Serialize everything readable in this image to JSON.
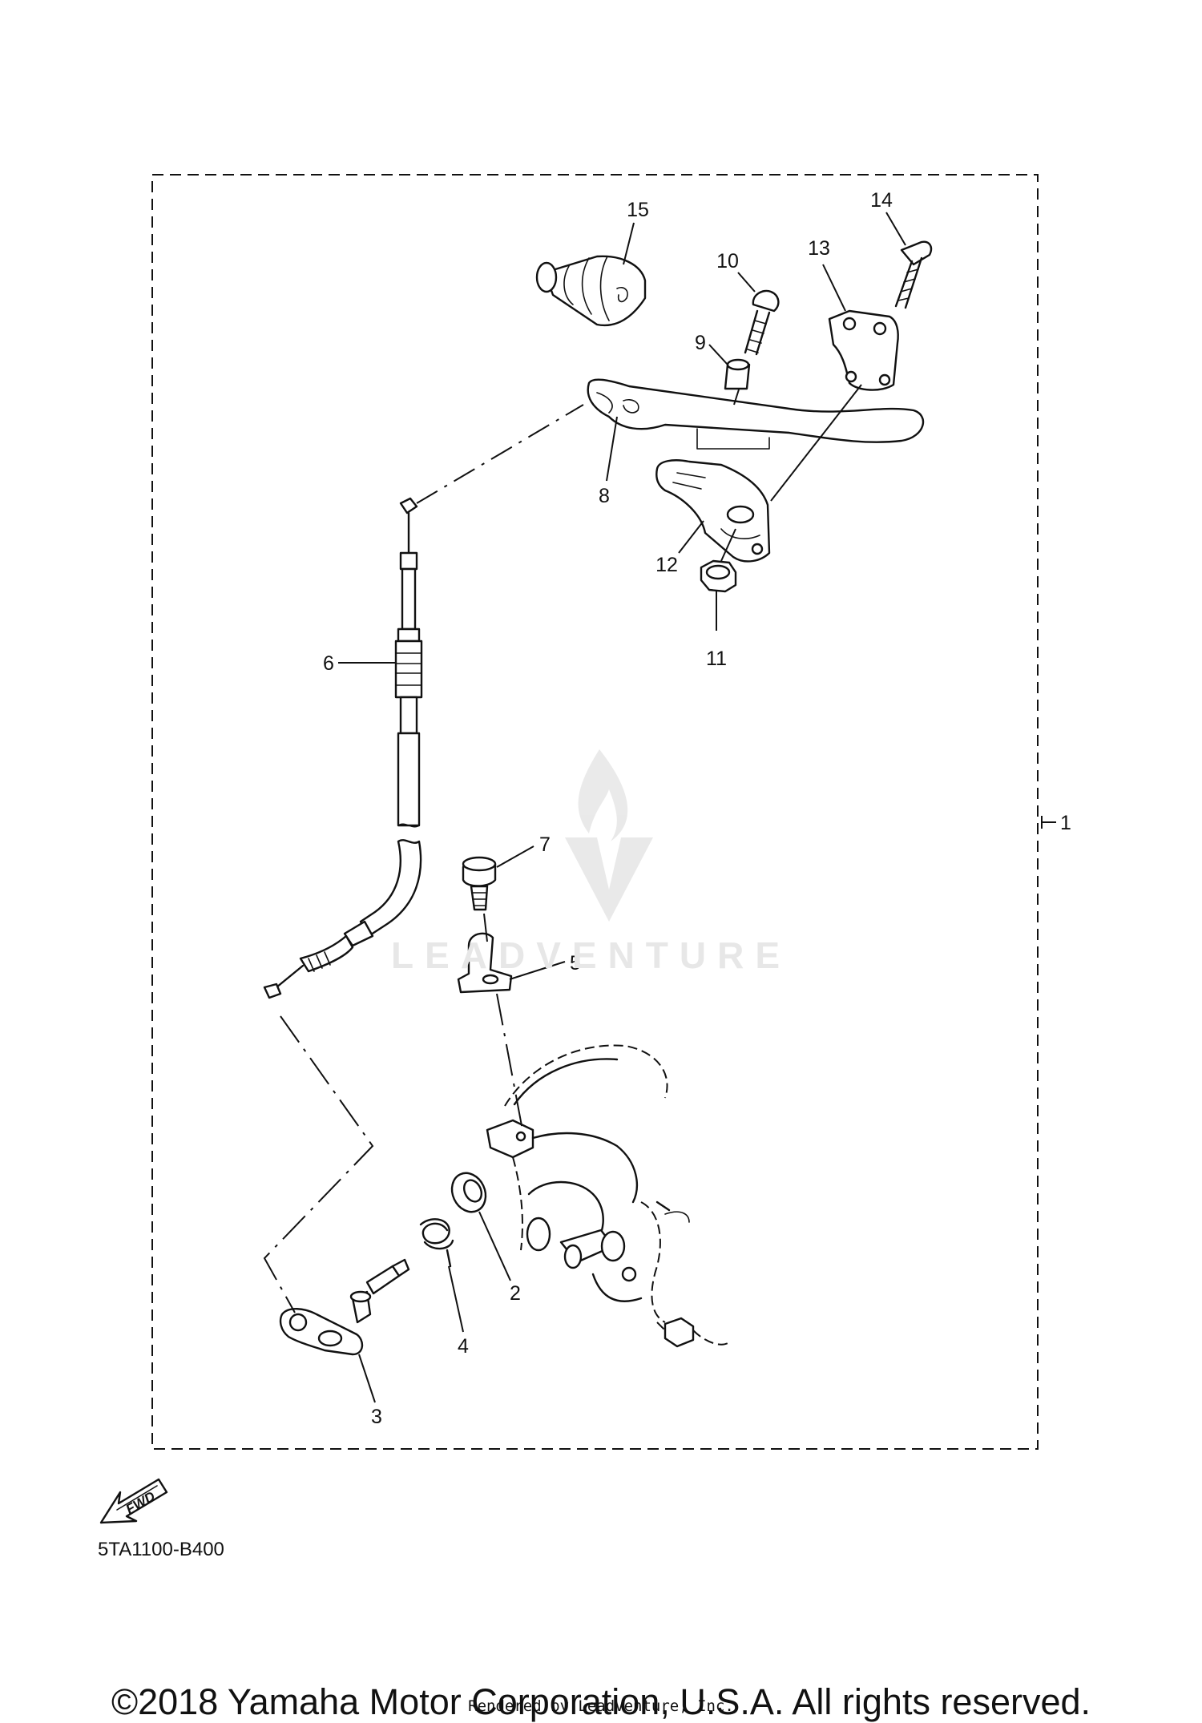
{
  "diagram": {
    "code": "5TA1100-B400",
    "direction_marker": "FWD",
    "callouts": [
      {
        "id": "1",
        "part": "assembly"
      },
      {
        "id": "2",
        "part": "oil-seal"
      },
      {
        "id": "3",
        "part": "push-lever-shaft"
      },
      {
        "id": "4",
        "part": "spring"
      },
      {
        "id": "5",
        "part": "cable-holder"
      },
      {
        "id": "6",
        "part": "clutch-cable"
      },
      {
        "id": "7",
        "part": "bolt"
      },
      {
        "id": "8",
        "part": "lever"
      },
      {
        "id": "9",
        "part": "collar"
      },
      {
        "id": "10",
        "part": "bolt"
      },
      {
        "id": "11",
        "part": "nut"
      },
      {
        "id": "12",
        "part": "lever-holder"
      },
      {
        "id": "13",
        "part": "holder-cap"
      },
      {
        "id": "14",
        "part": "screw"
      },
      {
        "id": "15",
        "part": "cover"
      }
    ]
  },
  "watermark": {
    "text": "LEADVENTURE"
  },
  "footer": {
    "copyright": "©2018 Yamaha Motor Corporation, U.S.A. All rights reserved.",
    "rendered_by": "Rendered by LeadVenture, Inc."
  }
}
